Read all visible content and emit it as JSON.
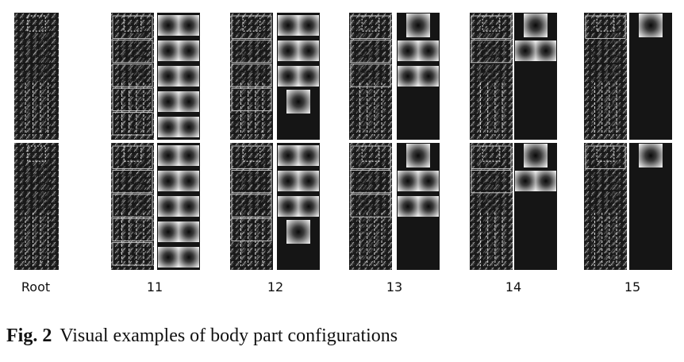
{
  "figure": {
    "labels": [
      "Root",
      "11",
      "12",
      "13",
      "14",
      "15"
    ],
    "configurations": [
      {
        "label": "11",
        "rows": [
          [
            "full",
            "full"
          ],
          [
            "full",
            "full"
          ],
          [
            "full",
            "full"
          ],
          [
            "full",
            "full"
          ],
          [
            "half",
            "half"
          ]
        ]
      },
      {
        "label": "12",
        "rows": [
          [
            "half",
            "half"
          ],
          [
            "full",
            "full"
          ],
          [
            "full",
            "full"
          ],
          [
            "center"
          ],
          [
            "off"
          ]
        ]
      },
      {
        "label": "13",
        "rows": [
          [
            "center"
          ],
          [
            "full",
            "full"
          ],
          [
            "full",
            "full"
          ],
          [
            "off"
          ],
          [
            "off"
          ]
        ]
      },
      {
        "label": "14",
        "rows": [
          [
            "center"
          ],
          [
            "full",
            "full"
          ],
          [
            "off"
          ],
          [
            "off"
          ],
          [
            "off"
          ]
        ]
      },
      {
        "label": "15",
        "rows": [
          [
            "center"
          ],
          [
            "off"
          ],
          [
            "off"
          ],
          [
            "off"
          ],
          [
            "off"
          ]
        ]
      }
    ]
  },
  "caption": {
    "fig_label": "Fig. 2",
    "text": "Visual examples of body part configurations"
  }
}
